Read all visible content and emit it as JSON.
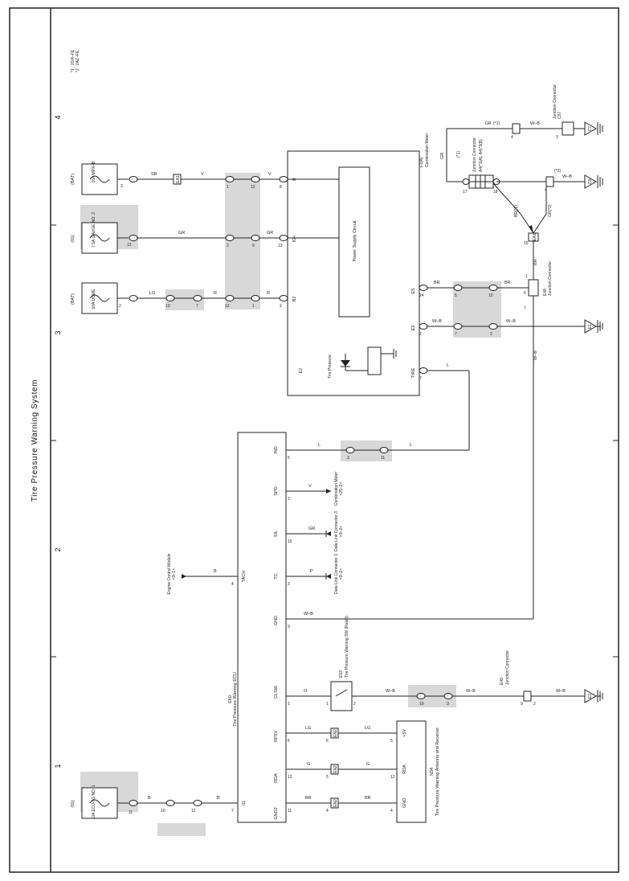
{
  "title": "Tire Pressure Warning System",
  "zones": [
    "1",
    "2",
    "3",
    "4"
  ],
  "notes": [
    "*1 : 2GR–FE",
    "*2 : 2AZ–FE"
  ],
  "fuses": [
    {
      "source": "(IG)",
      "name": "10A ECU–IG NO. 1"
    },
    {
      "source": "(BAT)",
      "name": "10A DOME"
    },
    {
      "source": "(IG)",
      "name": "7.5A GAUGE NO. 2"
    },
    {
      "source": "(BAT)",
      "name": "10A MPX–B"
    }
  ],
  "components": {
    "ecu": {
      "id": "E60",
      "name": "Tire Pressure Warning ECU"
    },
    "antenna": {
      "id": "N34",
      "name": "Tire Pressure Warning Antenna and Receiver"
    },
    "meter": {
      "id": "F1(A)",
      "name": "Combination Meter"
    },
    "power_supply": "Power Supply Circuit",
    "tire_pressure": "Tire Pressure",
    "reset_sw": {
      "id": "E53",
      "name": "Tire Pressure Warning SW (Reset)"
    },
    "jc_e49": {
      "id": "E49",
      "name": "Junction Connector"
    },
    "jc_e48": {
      "id": "E48",
      "name": "Junction Connector"
    },
    "jc_a4": {
      "id": "A4(*1(A), A4(*2(B)",
      "name": "Junction Connector"
    },
    "jc_c57": {
      "id": "C57",
      "name": "Junction Connector"
    }
  },
  "ecu_terminals": [
    "IG",
    "GND2",
    "RDA",
    "RF5V",
    "CLSW",
    "GND",
    "TC",
    "SIL",
    "SPD",
    "IND",
    "TACH"
  ],
  "ecu_pins": [
    "7",
    "11",
    "12",
    "6",
    "1",
    "9",
    "3",
    "10",
    "2",
    "5",
    "4"
  ],
  "antenna_terminals": [
    "GND",
    "RDA",
    "+5V"
  ],
  "antenna_pins": [
    "4",
    "12",
    "5"
  ],
  "meter_terminals": [
    "B2",
    "IG+",
    "B",
    "ES",
    "E2",
    "TIRE",
    "E2"
  ],
  "meter_pins": [
    "2",
    "13",
    "8",
    "24",
    "2",
    "7"
  ],
  "wire_colors": {
    "ig": "B",
    "gnd2": "BR",
    "rda": "G",
    "rf5v": "LG",
    "clsw": "O",
    "clsw2": "W–B",
    "gnd": "W–B",
    "tc": "P",
    "sil": "GR",
    "spd": "V",
    "ind": "L",
    "tach": "B",
    "dome": "LG",
    "b2": "R",
    "gauge": "GR",
    "mpx": "SB",
    "b": "V",
    "es": "BR",
    "e2": "W–B",
    "tire": "L",
    "e48": "BR",
    "w_b": "W–B",
    "br1": "BR(*1)",
    "gr2": "GR(*2)",
    "gr1": "GR",
    "gr_star1": "(*1)",
    "wb2": "W–B",
    "star2": "(*2)"
  },
  "references": [
    {
      "name": "Engine Control Module",
      "ref": "<9–1>"
    },
    {
      "name": "Data Link Connector 3",
      "ref": "<9–2>"
    },
    {
      "name": "Data Link Connector 3",
      "ref": "<9–2>"
    },
    {
      "name": "Combination Meter",
      "ref": "<25–2>"
    }
  ],
  "grounds": [
    "E2",
    "E1",
    "C7",
    "C8"
  ],
  "connectors": {
    "ig_a": "10",
    "ig_b": "12",
    "ig_fuse_pin": "11",
    "fuse2_pin": "2",
    "fuse3_pin": "12",
    "fuse4_pin": "3",
    "gnd2_conn": "EN2",
    "rda_conn": "EN2",
    "rf5v_conn": "EN2",
    "gnd2_a": "4",
    "rda_a": "5",
    "rf5v_a": "6",
    "clsw_a": "1",
    "clsw_b": "2",
    "clsw_c": "3",
    "clsw_d": "10",
    "e49_a": "9",
    "e49_b": "2",
    "ind_a": "3",
    "ind_b": "11",
    "dome_a": "13",
    "dome_b": "7",
    "dome_c": "12",
    "dome_d": "1",
    "gauge_a": "2",
    "gauge_b": "9",
    "mpx_a": "EA1",
    "mpx_b": "1",
    "mpx_c": "12",
    "es_a": "5",
    "es_b": "10",
    "e2_a": "7",
    "e2_b": "2",
    "e48_a": "1",
    "e48_b": "6",
    "e48_c": "7",
    "e48_d": "15",
    "e48_e": "EA1",
    "a4_a": "17",
    "a4_b": "18",
    "c57_a": "3",
    "c57_b": "4",
    "c8_a": "4"
  }
}
